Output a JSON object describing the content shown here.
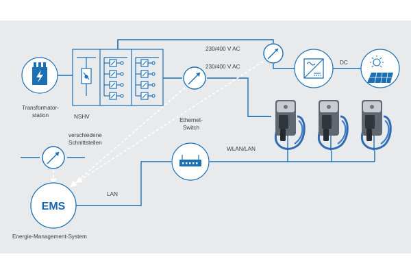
{
  "labels": {
    "transformer_line1": "Transformator-",
    "transformer_line2": "station",
    "nshv": "NSHV",
    "ac1": "230/400 V AC",
    "ac2": "230/400 V AC",
    "dc": "DC",
    "ethernet_line1": "Ethernet-",
    "ethernet_line2": "Switch",
    "interfaces_line1": "verschiedene",
    "interfaces_line2": "Schnittstellen",
    "wlan": "WLAN/LAN",
    "lan": "LAN",
    "ems": "EMS",
    "ems_caption": "Energie-Management-System"
  },
  "colors": {
    "panel": "#e9eaeb",
    "line": "#1a6fb5",
    "dashed": "#ffffff",
    "charger_body": "#5f6870",
    "cable": "#2f6bb3"
  },
  "icons": {
    "transformer": "transformer-icon",
    "meter": "meter-icon",
    "inverter": "inverter-icon",
    "solar": "solar-panel-icon",
    "switch": "ethernet-switch-icon",
    "charger": "wallbox-charger-icon"
  }
}
